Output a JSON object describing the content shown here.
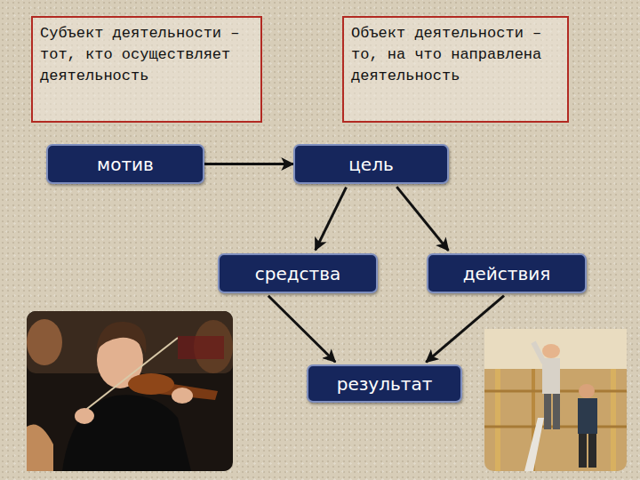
{
  "diagram": {
    "nodes": [
      {
        "text": [
          "Субъект деятельности – тот, кто осуществляет деятельность"
        ]
      },
      {
        "text": [
          "Объект деятельности – то, на что направлена деятельность"
        ]
      },
      {
        "text": [
          "мотив"
        ]
      },
      {
        "text": [
          "цель"
        ]
      },
      {
        "text": [
          "средства"
        ]
      },
      {
        "text": [
          "действия"
        ]
      },
      {
        "text": [
          "результат"
        ]
      }
    ],
    "edges": [
      {
        "from": 2,
        "to": 3,
        "arrow": "to"
      },
      {
        "from": 3,
        "to": 4,
        "arrow": "to"
      },
      {
        "from": 3,
        "to": 5,
        "arrow": "to"
      },
      {
        "from": 4,
        "to": 6,
        "arrow": "to"
      },
      {
        "from": 5,
        "to": 6,
        "arrow": "to"
      }
    ]
  }
}
